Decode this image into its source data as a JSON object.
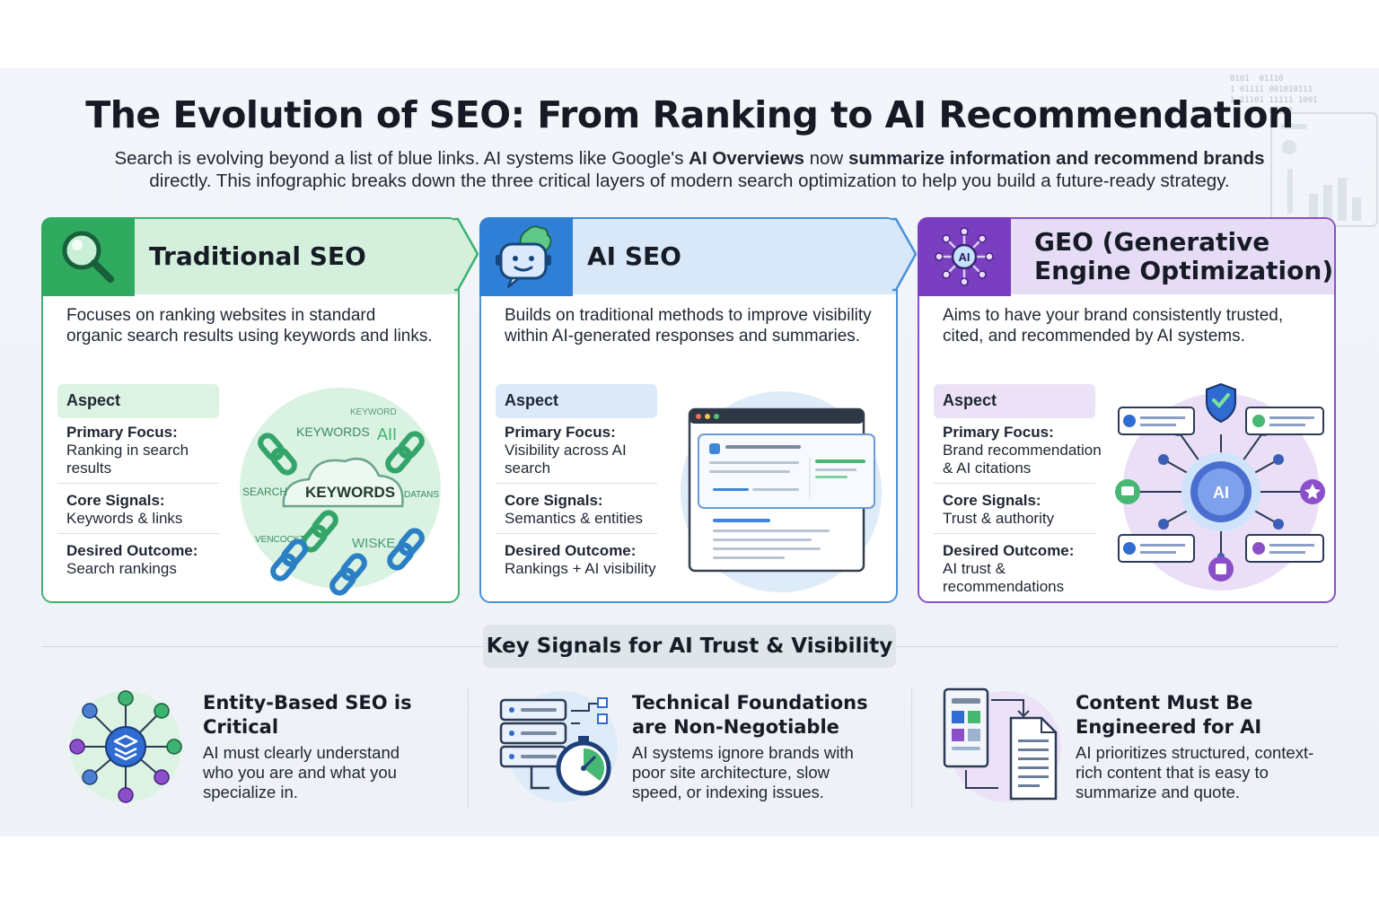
{
  "header": {
    "title": "The Evolution of SEO: From Ranking to AI Recommendation",
    "intro_1": "Search is evolving beyond a list of blue links. AI systems like Google's ",
    "intro_bold_1": "AI Overviews",
    "intro_2": " now ",
    "intro_bold_2": "summarize information and recommend brands",
    "intro_3": " directly. This infographic breaks down the three critical layers of modern search optimization to help you build a future-ready strategy."
  },
  "cards": [
    {
      "title": "Traditional SEO",
      "icon": "magnifier-icon",
      "description": "Focuses on ranking websites in standard organic search results using keywords and links.",
      "aspect_label": "Aspect",
      "rows": [
        {
          "label": "Primary Focus:",
          "value": "Ranking in search results"
        },
        {
          "label": "Core Signals:",
          "value": "Keywords & links"
        },
        {
          "label": "Desired Outcome:",
          "value": "Search rankings"
        }
      ],
      "illustration_words": [
        "KEYWORDS",
        "KEYWORD",
        "AII",
        "SEARCH",
        "KEYWORDS",
        "DATANS",
        "VENCOCKT",
        "WISKE"
      ]
    },
    {
      "title": "AI SEO",
      "icon": "robot-brain-icon",
      "description": "Builds on traditional methods to improve visibility within AI-generated responses and summaries.",
      "aspect_label": "Aspect",
      "rows": [
        {
          "label": "Primary Focus:",
          "value": "Visibility across AI search"
        },
        {
          "label": "Core Signals:",
          "value": "Semantics & entities"
        },
        {
          "label": "Desired Outcome:",
          "value": "Rankings + AI visibility"
        }
      ]
    },
    {
      "title": "GEO (Generative Engine Optimization)",
      "icon": "ai-network-icon",
      "description": "Aims to have your brand consistently trusted, cited, and recommended by AI systems.",
      "aspect_label": "Aspect",
      "rows": [
        {
          "label": "Primary Focus:",
          "value": "Brand recommendation & AI citations"
        },
        {
          "label": "Core Signals:",
          "value": "Trust & authority"
        },
        {
          "label": "Desired Outcome:",
          "value": "AI trust & recommendations"
        }
      ],
      "illustration_badge": "AI"
    }
  ],
  "signals": {
    "heading": "Key Signals for AI Trust & Visibility",
    "items": [
      {
        "title": "Entity-Based SEO is Critical",
        "description": "AI must clearly understand who you are and what you specialize in.",
        "icon": "entity-graph-icon"
      },
      {
        "title": "Technical Foundations are Non-Negotiable",
        "description": "AI systems ignore brands with poor site architecture, slow speed, or indexing issues.",
        "icon": "server-stopwatch-icon"
      },
      {
        "title": "Content Must Be Engineered for AI",
        "description": "AI prioritizes structured, context-rich content that is easy to summarize and quote.",
        "icon": "structured-content-icon"
      }
    ]
  },
  "colors": {
    "green": "#2faa5f",
    "blue": "#2f7fd6",
    "purple": "#7a3fc0"
  }
}
